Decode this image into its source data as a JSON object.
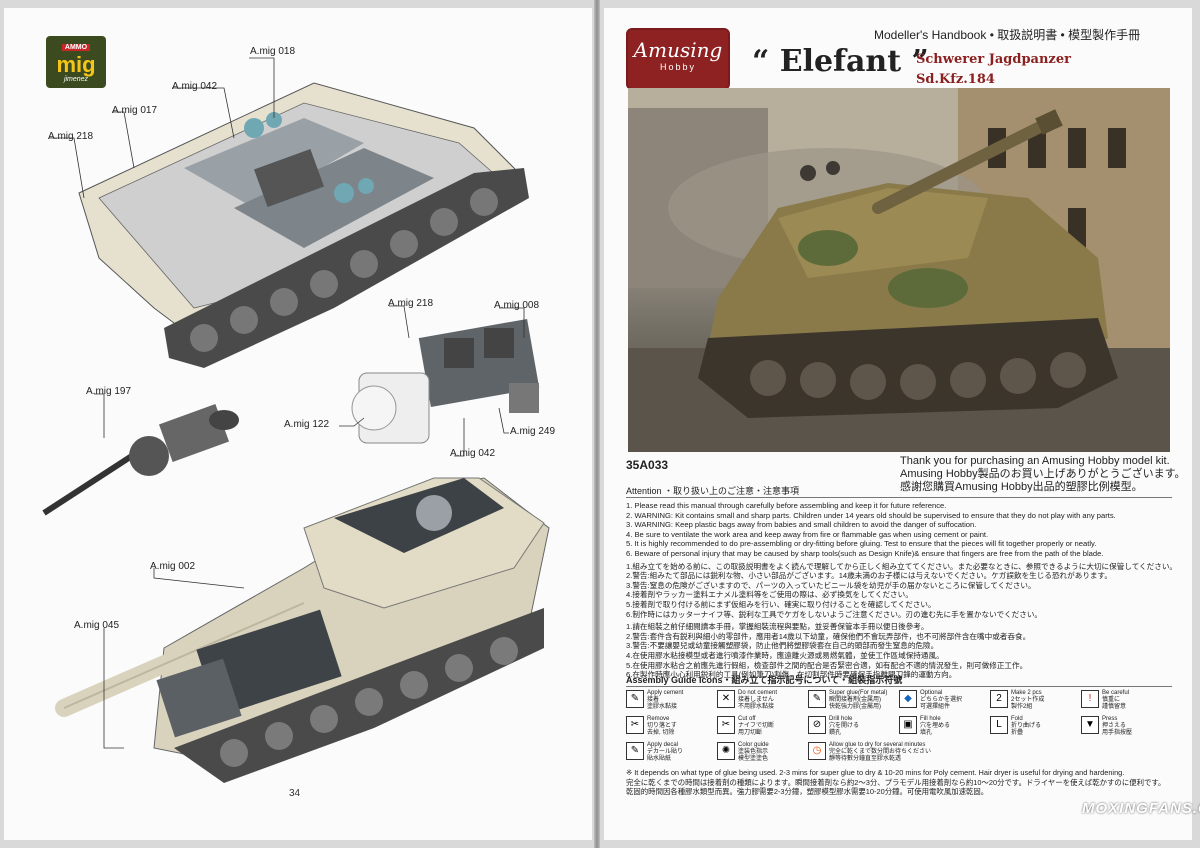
{
  "left_page": {
    "brand": {
      "top": "AMMO",
      "main": "mig",
      "bottom": "jimenez"
    },
    "labels": {
      "l1": "A.mig 018",
      "l2": "A.mig 042",
      "l3": "A.mig 017",
      "l4": "A.mig 218",
      "l5": "A.mig 218",
      "l6": "A.mig 008",
      "l7": "A.mig 197",
      "l8": "A.mig 122",
      "l9": "A.mig 249",
      "l10": "A.mig 042",
      "l11": "A.mig 002",
      "l12": "A.mig 045"
    },
    "page_number": "34"
  },
  "right_page": {
    "logo": {
      "line1": "Amusing",
      "line2": "Hobby"
    },
    "handbook": "Modeller's Handbook • 取扱説明書 • 模型製作手冊",
    "title": "“ Elefant ”",
    "subtitle1": "Schwerer Jagdpanzer",
    "subtitle2": "Sd.Kfz.184",
    "code": "35A033",
    "thanks": {
      "en": "Thank you for purchasing an Amusing Hobby model kit.",
      "jp": "Amusing Hobby製品のお買い上げありがとうございます。",
      "cn": "感謝您購買Amusing Hobby出品的塑膠比例模型。"
    },
    "attention": "Attention ・取り扱い上のご注意・注意事項",
    "warnings_en": [
      "1. Please read this manual through carefully before assembling and keep it for future reference.",
      "2. WARNING: Kit contains small and sharp parts. Children under 14 years old should be supervised to ensure that they do not play with any parts.",
      "3. WARNING: Keep plastic bags away from babies and small children to avoid the danger of suffocation.",
      "4. Be sure to ventilate the work area and keep away from fire or flammable gas when using cement or paint.",
      "5. It is highly recommended to do pre-assembling or dry-fitting before gluing. Test to ensure that the pieces will fit together properly or neatly.",
      "6. Beware of personal injury that may be caused by sharp tools(such as Design Knife)& ensure that fingers are free from the path of the blade."
    ],
    "warnings_jp": [
      "1.組み立てを始める前に、この取扱説明書をよく読んで理解してから正しく組み立ててください。また必要なときに、参照できるように大切に保管してください。",
      "2.警告:組みたて部品には鋭利な物、小さい部品がございます。14歳未満のお子様には与えないでください。ケガ誤飲を生じる恐れがあります。",
      "3.警告:窒息の危険がございますので、パーツの入っていたビニール袋を幼児が手の届かないところに保管してください。",
      "4.接着剤やラッカー塗料エナメル塗料等をご使用の際は、必ず換気をしてください。",
      "5.接着剤で取り付ける前にまず仮組みを行い、確実に取り付けることを確認してください。",
      "6.制作時にはカッターナイフ等、鋭利な工具でケガをしないようご注意ください。刃の進む先に手を置かないでください。"
    ],
    "warnings_cn": [
      "1.請在組裝之前仔細閱讀本手冊，掌握組裝流程與要點，並妥善保管本手冊以便日後參考。",
      "2.警告:套件含有鋭利與細小的零部件，應用者14歲以下幼童，確保他們不會玩弄部件，也不可將部件含在嘴中或者吞食。",
      "3.警告:不要讓嬰兒或幼童接觸塑膠袋，防止他們將塑膠袋套在自己的頭部而發生窒息的危險。",
      "4.在使用膠水粘接模型或者進行噴漆作業時，應遠離火源或易燃氣體，並使工作區域保持通風。",
      "5.在使用膠水粘合之前應先進行假組，檢查部件之間的配合是否緊密合適，如有配合不適的情況發生，則可做修正工作。",
      "6.在製作時應小心利用鋭利的工具(例如筆刀)割傷，在切割部件時要確保手指離開刀鋒的運動方向。"
    ],
    "guide_title": "Assembly Guide Icons・組み立て指示記号について・組裝指示符號",
    "icons": [
      {
        "sym": "✎",
        "t1": "Apply cement",
        "t2": "接着",
        "t3": "塗膠水黏接"
      },
      {
        "sym": "✕",
        "t1": "Do not cement",
        "t2": "接着しません",
        "t3": "不用膠水黏接"
      },
      {
        "sym": "✎",
        "t1": "Super glue(For metal)",
        "t2": "瞬間接着剤(金属用)",
        "t3": "快乾強力膠(金屬用)"
      },
      {
        "sym": "◆",
        "t1": "Optional",
        "t2": "どちらかを選択",
        "t3": "可選擇組件"
      },
      {
        "sym": "2",
        "t1": "Make 2 pcs",
        "t2": "2セット作成",
        "t3": "製作2組"
      },
      {
        "sym": "!",
        "t1": "Be careful",
        "t2": "慎重に",
        "t3": "謹慎留意"
      },
      {
        "sym": "✂",
        "t1": "Remove",
        "t2": "切り落とす",
        "t3": "去掉, 切除"
      },
      {
        "sym": "✂",
        "t1": "Cut off",
        "t2": "ナイフで切断",
        "t3": "用刀切斷"
      },
      {
        "sym": "⊘",
        "t1": "Drill hole",
        "t2": "穴を開ける",
        "t3": "鑽孔"
      },
      {
        "sym": "▣",
        "t1": "Fill hole",
        "t2": "穴を埋める",
        "t3": "填孔"
      },
      {
        "sym": "L",
        "t1": "Fold",
        "t2": "折り曲げる",
        "t3": "折疊"
      },
      {
        "sym": "▼",
        "t1": "Press",
        "t2": "押さえる",
        "t3": "用手指按壓"
      },
      {
        "sym": "✎",
        "t1": "Apply decal",
        "t2": "デカール貼り",
        "t3": "貼水貼紙"
      },
      {
        "sym": "✺",
        "t1": "Color guide",
        "t2": "塗装色指示",
        "t3": "模型塗塗色"
      },
      {
        "sym": "◷",
        "t1": "Allow glue to dry for several minutes",
        "t2": "完全に乾くまで数分間お待ちください",
        "t3": "靜等待數分鐘直至膠水乾透"
      }
    ],
    "footnote": [
      "※ It depends on what type of glue being used. 2-3 mins for super glue to dry & 10-20 mins for Poly cement. Hair dryer is useful for drying and hardening.",
      "完全に乾くまでの時間は接着剤の種類によります。瞬間接着剤なら約2～3分、プラモデル用接着剤なら約10～20分です。ドライヤーを使えば乾かすのに便利です。",
      "乾固的時間因各種膠水類型而異。強力膠需要2-3分鐘，塑膠模型膠水需要10-20分鐘。可使用電吹風加速乾固。"
    ]
  },
  "watermark": "MOXINGFANS.COM"
}
